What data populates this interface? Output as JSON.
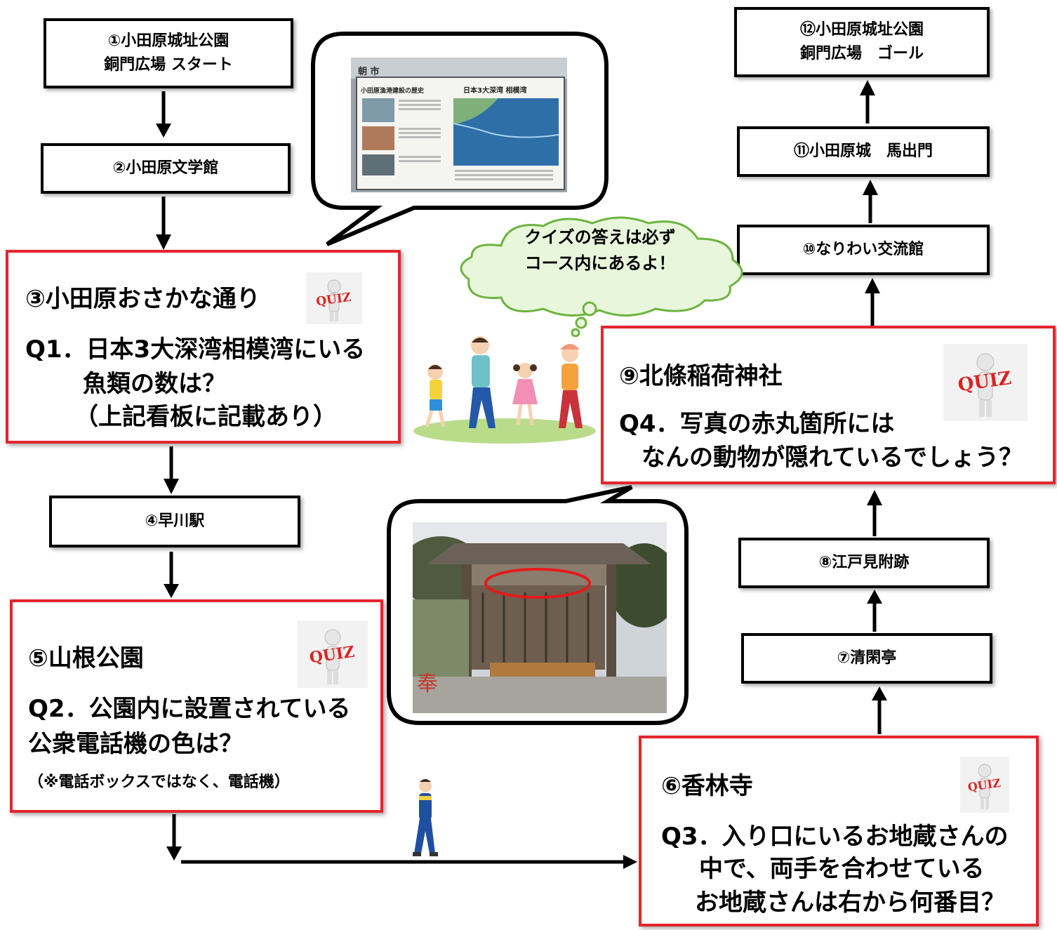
{
  "start": {
    "line1": "①小田原城址公園",
    "line2": "銅門広場 スタート"
  },
  "bungakukan": {
    "label": "②小田原文学館"
  },
  "osakana": {
    "title": "③小田原おさかな通り",
    "q_line1": "Q1．日本3大深湾相模湾にいる",
    "q_line2": "魚類の数は？",
    "q_line3": "（上記看板に記載あり）"
  },
  "hayakawa": {
    "label": "④早川駅"
  },
  "yamane": {
    "title": "⑤山根公園",
    "q_line1": "Q2．公園内に設置されている",
    "q_line2": "公衆電話機の色は？",
    "note": "（※電話ボックスではなく、電話機）"
  },
  "korinji": {
    "title": "⑥香林寺",
    "q_line1": "Q3．入り口にいるお地蔵さんの",
    "q_line2": "中で、両手を合わせている",
    "q_line3": "お地蔵さんは右から何番目？"
  },
  "seikantei": {
    "label": "⑦清閑亭"
  },
  "edomitsuke": {
    "label": "⑧江戸見附跡"
  },
  "hojo": {
    "title": "⑨北條稲荷神社",
    "q_line1": "Q4．写真の赤丸箇所には",
    "q_line2": "なんの動物が隠れているでしょう？"
  },
  "nariwai": {
    "label": "⑩なりわい交流館"
  },
  "umadashi": {
    "label": "⑪小田原城　馬出門"
  },
  "goal": {
    "line1": "⑫小田原城址公園",
    "line2": "銅門広場　ゴール"
  },
  "cloud": {
    "line1": "クイズの答えは必ず",
    "line2": "コース内にあるよ！"
  },
  "sign": {
    "left_title": "小田原漁港建設の歴史",
    "right_title": "日本3大深湾 相模湾",
    "top_text": "朝 市"
  },
  "quiz_icon_text": "QUIZ",
  "shrine_kanji": "奉",
  "colors": {
    "quiz_border": "#e3262c",
    "cloud_fill": "#e8f6dc",
    "cloud_stroke": "#6db33f"
  }
}
